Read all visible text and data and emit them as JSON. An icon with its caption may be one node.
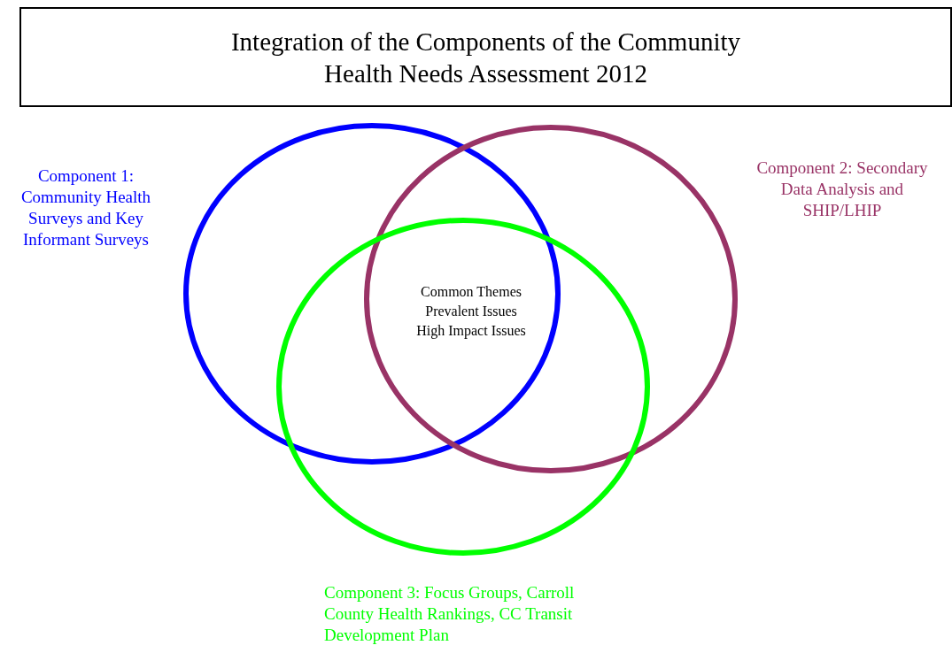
{
  "diagram": {
    "title": "Integration of the Components of the Community Health Needs Assessment 2012",
    "nodes": [
      {
        "text": [
          "Component 1: Community Health Surveys and Key Informant Surveys"
        ]
      },
      {
        "text": [
          "Component 2: Secondary Data Analysis and SHIP/LHIP"
        ]
      },
      {
        "text": [
          "Component 3: Focus Groups, Carroll County Health Rankings, CC Transit Development Plan"
        ]
      }
    ],
    "labels": [
      "Common Themes",
      "Prevalent Issues",
      "High Impact Issues"
    ]
  }
}
